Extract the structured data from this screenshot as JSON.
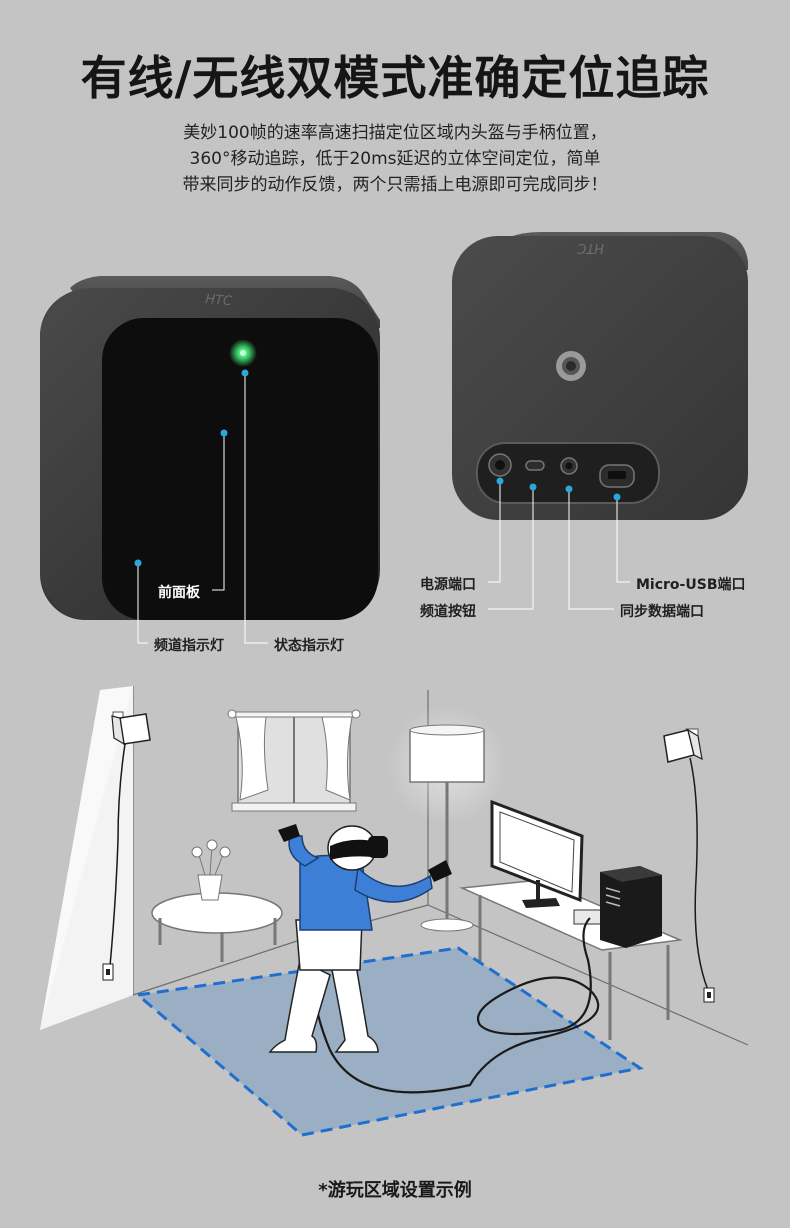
{
  "title": "有线/无线双模式准确定位追踪",
  "description": [
    "美妙100帧的速率高速扫描定位区域内头盔与手柄位置，",
    "360°移动追踪，低于20ms延迟的立体空间定位，简单",
    "带来同步的动作反馈，两个只需插上电源即可完成同步！"
  ],
  "front_device": {
    "logo": "HTC",
    "labels": {
      "front_panel": "前面板",
      "channel_indicator": "频道指示灯",
      "status_indicator": "状态指示灯"
    }
  },
  "back_device": {
    "logo": "HTC",
    "labels": {
      "power_port": "电源端口",
      "channel_button": "频道按钮",
      "micro_usb_port": "Micro-USB端口",
      "sync_data_port": "同步数据端口"
    }
  },
  "colors": {
    "background": "#c4c4c4",
    "callout_dot": "#2aa7df",
    "play_area": "#9aaec4",
    "play_area_border": "#1f6fd1",
    "person_shirt": "#3d7fd6",
    "indicator_led": "#5dff8a"
  },
  "caption": "*游玩区域设置示例"
}
